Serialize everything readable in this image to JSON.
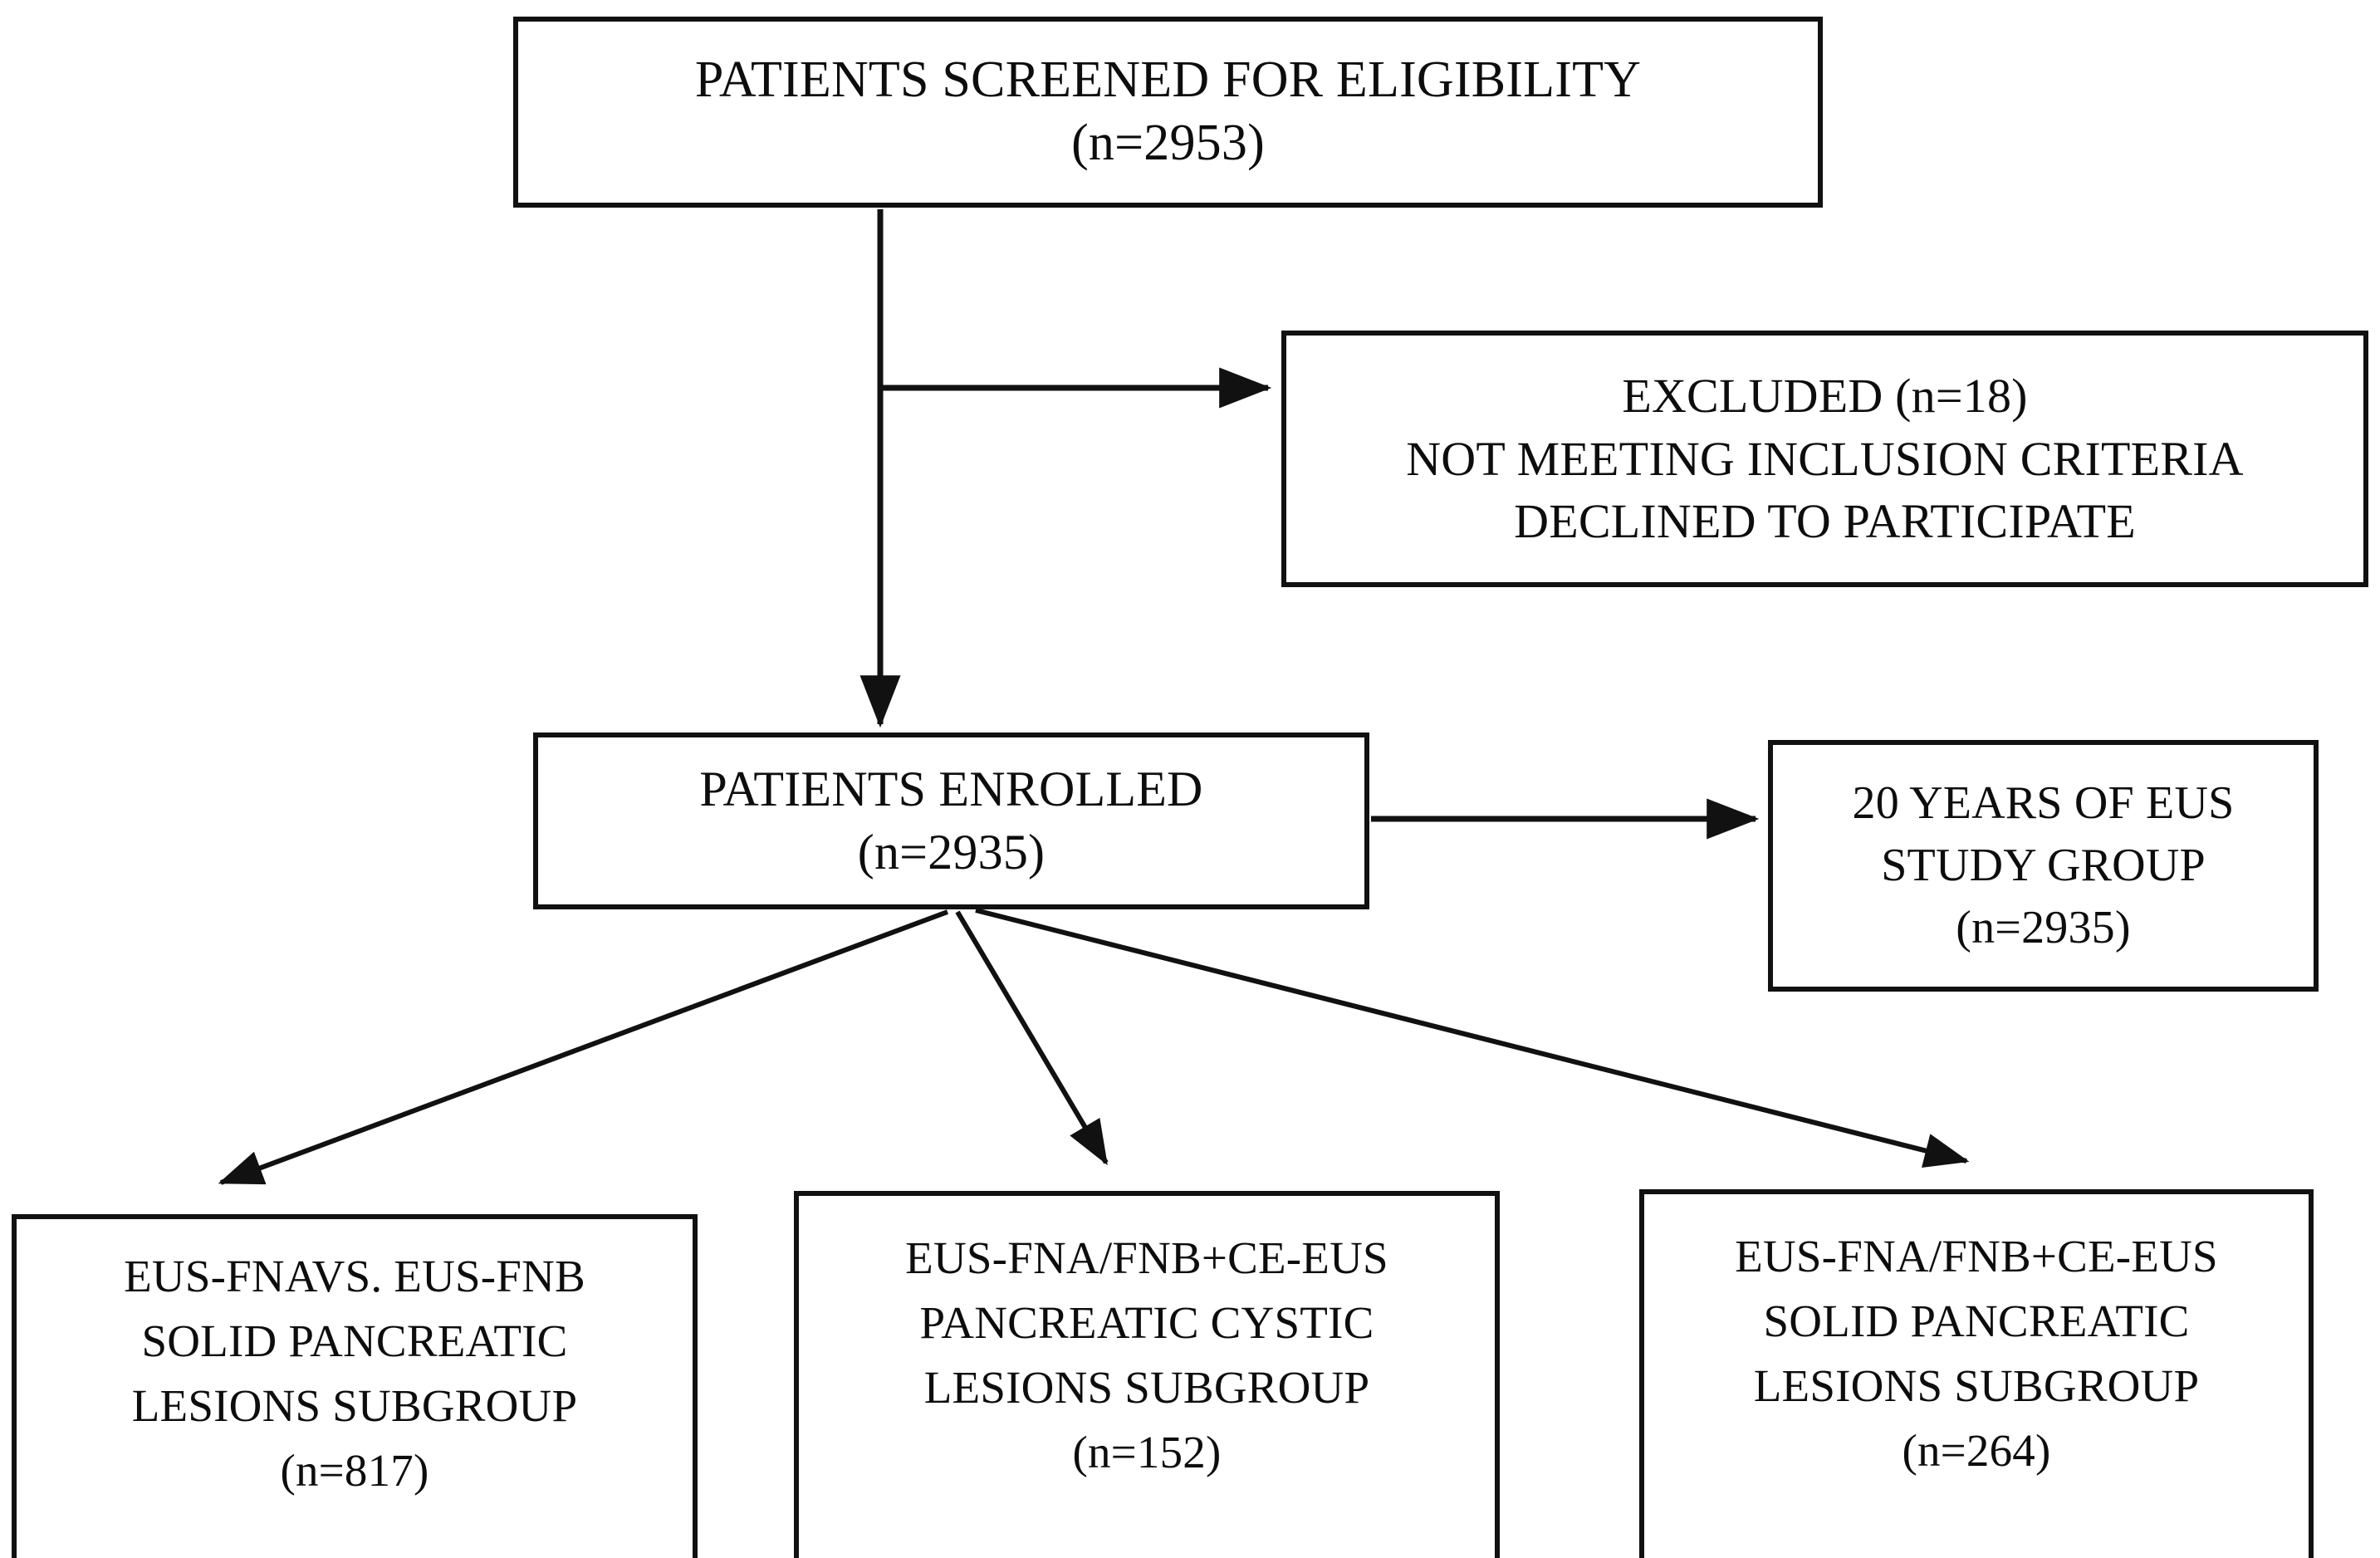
{
  "figure": {
    "kind": "study-flow-diagram",
    "background_color": "#ffffff",
    "line_color": "#111111"
  },
  "nodes": {
    "screened": {
      "id": "patients-screened",
      "lines": [
        "PATIENTS SCREENED FOR ELIGIBILITY",
        "(n=2953)"
      ],
      "count": 2953
    },
    "excluded": {
      "id": "excluded",
      "lines": [
        "EXCLUDED (n=18)",
        "NOT MEETING INCLUSION CRITERIA",
        "DECLINED TO PARTICIPATE"
      ],
      "count": 18
    },
    "enrolled": {
      "id": "patients-enrolled",
      "lines": [
        "PATIENTS ENROLLED",
        "(n=2935)"
      ],
      "count": 2935
    },
    "study_group": {
      "id": "eus-study-group",
      "lines": [
        "20 YEARS OF EUS",
        "STUDY GROUP",
        "(n=2935)"
      ],
      "count": 2935
    },
    "subgroup_1": {
      "id": "fna-vs-fnb-solid-subgroup",
      "lines": [
        "EUS-FNAVS. EUS-FNB",
        "SOLID PANCREATIC",
        "LESIONS SUBGROUP",
        "(n=817)"
      ],
      "count": 817
    },
    "subgroup_2": {
      "id": "ce-eus-cystic-subgroup",
      "lines": [
        "EUS-FNA/FNB+CE-EUS",
        "PANCREATIC CYSTIC",
        "LESIONS SUBGROUP",
        "(n=152)"
      ],
      "count": 152
    },
    "subgroup_3": {
      "id": "ce-eus-solid-subgroup",
      "lines": [
        "EUS-FNA/FNB+CE-EUS",
        "SOLID PANCREATIC",
        "LESIONS SUBGROUP",
        "(n=264)"
      ],
      "count": 264
    }
  },
  "edges": [
    {
      "id": "screened-to-enrolled",
      "from": "screened",
      "to": "enrolled",
      "style": "solid-arrow"
    },
    {
      "id": "screened-to-excluded",
      "from": "screened",
      "to": "excluded",
      "style": "solid-arrow"
    },
    {
      "id": "enrolled-to-study-group",
      "from": "enrolled",
      "to": "study_group",
      "style": "solid-arrow"
    },
    {
      "id": "enrolled-to-subgroup-1",
      "from": "enrolled",
      "to": "subgroup_1",
      "style": "solid-arrow"
    },
    {
      "id": "enrolled-to-subgroup-2",
      "from": "enrolled",
      "to": "subgroup_2",
      "style": "solid-arrow"
    },
    {
      "id": "enrolled-to-subgroup-3",
      "from": "enrolled",
      "to": "subgroup_3",
      "style": "solid-arrow"
    }
  ]
}
